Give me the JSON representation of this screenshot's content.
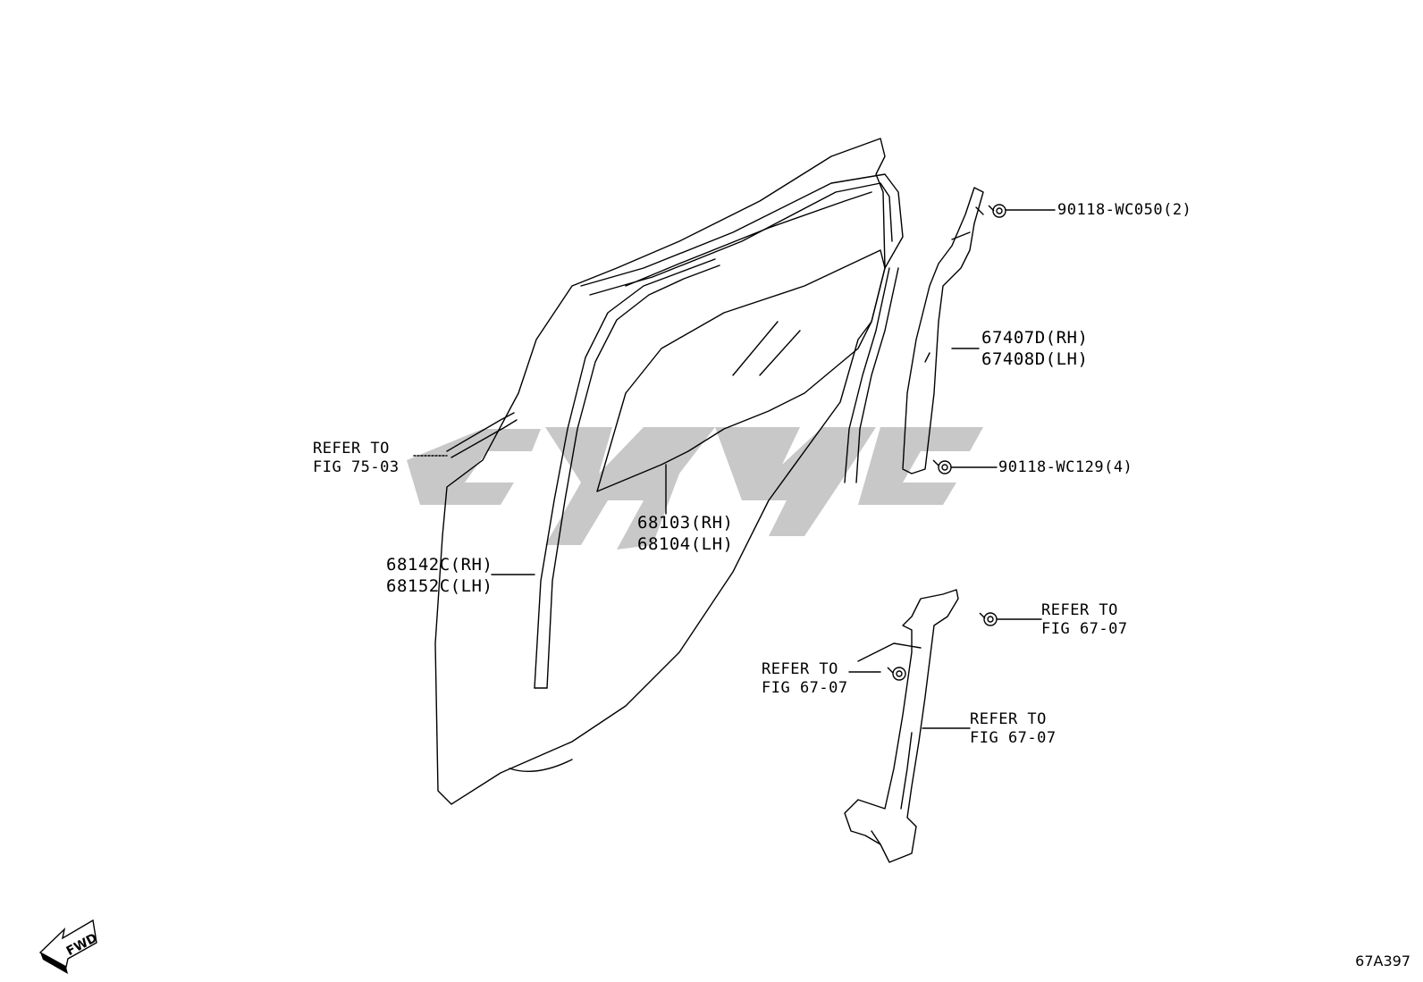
{
  "labels": {
    "bolt_top": "90118-WC050(2)",
    "channel_rh": "67407D(RH)",
    "channel_lh": "67408D(LH)",
    "bolt_mid": "90118-WC129(4)",
    "refer_left_1": "REFER TO",
    "refer_left_2": "FIG 75-03",
    "glass_rh": "68103(RH)",
    "glass_lh": "68104(LH)",
    "run_rh": "68142C(RH)",
    "run_lh": "68152C(LH)",
    "refer_r1_1": "REFER TO",
    "refer_r1_2": "FIG 67-07",
    "refer_r2_1": "REFER TO",
    "refer_r2_2": "FIG 67-07",
    "refer_r3_1": "REFER TO",
    "refer_r3_2": "FIG 67-07"
  },
  "fwd_label": "FWD",
  "figure_id": "67A397",
  "colors": {
    "line": "#000000",
    "watermark": "#c8c8c8"
  },
  "icons": {
    "direction": "fwd-arrow-icon",
    "fastener": "bolt-icon"
  }
}
